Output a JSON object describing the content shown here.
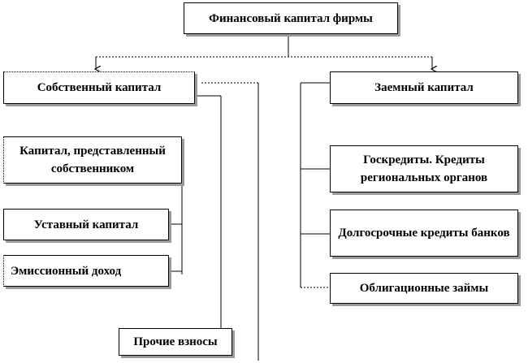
{
  "diagram": {
    "root": "Финансовый капитал фирмы",
    "left_branch": "Собственный капитал",
    "right_branch": "Заемный капитал",
    "left_items": {
      "owner_capital": "Капитал, представленный собственником",
      "authorized_capital": "Уставный капитал",
      "emission_income": "Эмиссионный доход",
      "other_contributions": "Прочие взносы"
    },
    "right_items": {
      "state_credits": "Госкредиты.  Кредиты региональных органов",
      "long_term_loans": "Долгосрочные кредиты банков",
      "bond_loans": "Облигационные займы"
    }
  }
}
